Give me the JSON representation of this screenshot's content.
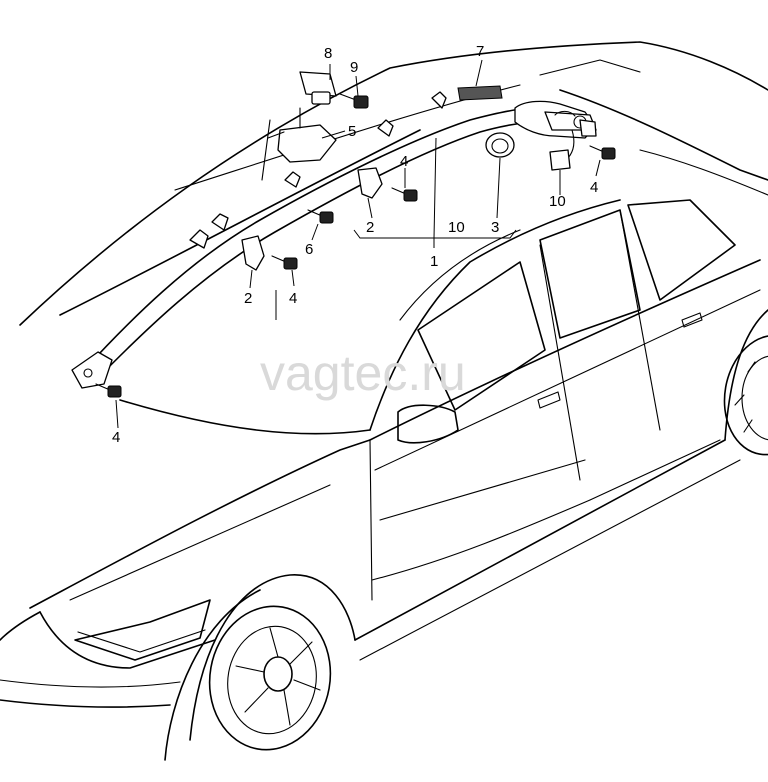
{
  "watermark": "vagtec.ru",
  "callouts": {
    "c8": "8",
    "c9": "9",
    "c7": "7",
    "c5": "5",
    "c4_top": "4",
    "c4_right": "4",
    "c10_right": "10",
    "c2_mid": "2",
    "c10_mid": "10",
    "c3": "3",
    "c1": "1",
    "c6": "6",
    "c2_left": "2",
    "c4_left": "4",
    "c4_bottom": "4"
  }
}
